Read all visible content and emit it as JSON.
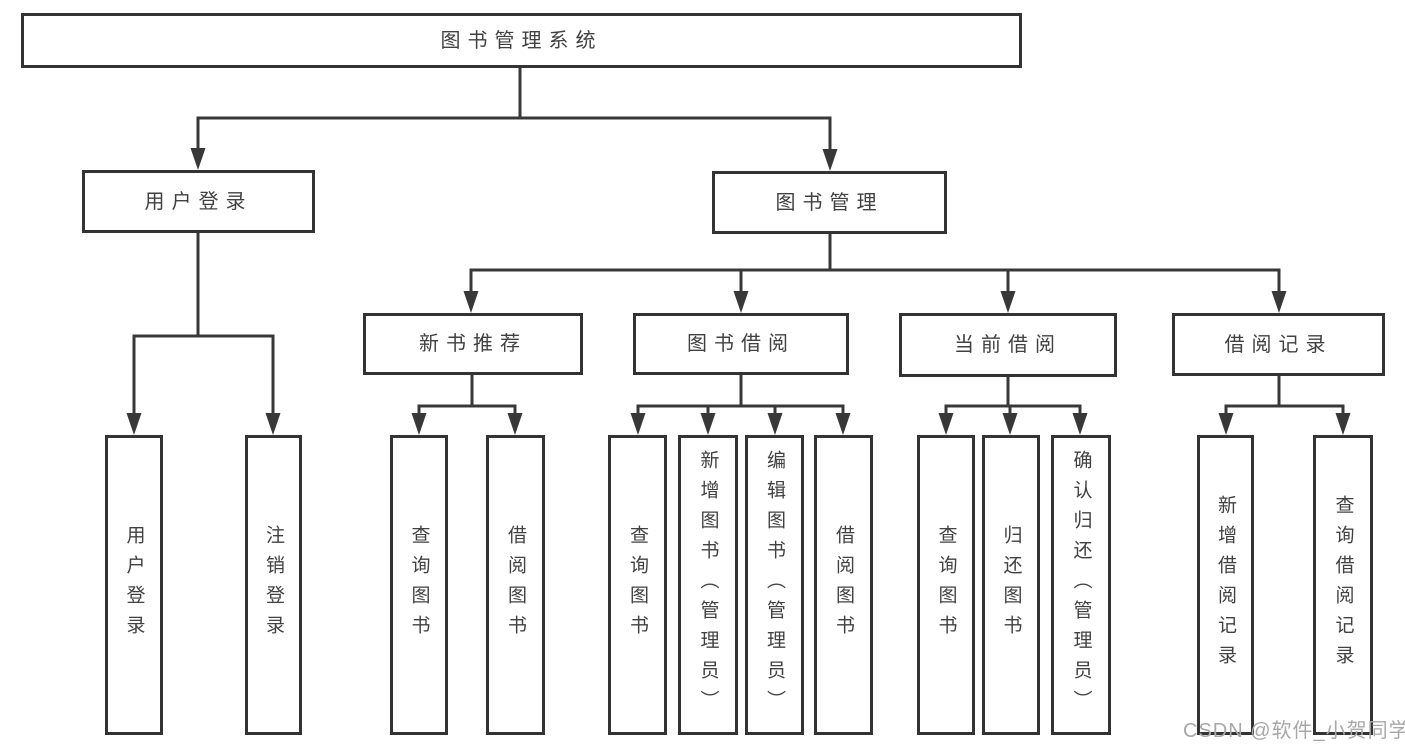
{
  "diagram": {
    "type": "hierarchy",
    "title": "图书管理系统",
    "nodes": [
      {
        "id": "root",
        "label": "图书管理系统",
        "level": 0,
        "parent": null
      },
      {
        "id": "user-login",
        "label": "用户登录",
        "level": 1,
        "parent": "root"
      },
      {
        "id": "book-management",
        "label": "图书管理",
        "level": 1,
        "parent": "root"
      },
      {
        "id": "new-book-recommend",
        "label": "新书推荐",
        "level": 2,
        "parent": "book-management"
      },
      {
        "id": "book-borrowing",
        "label": "图书借阅",
        "level": 2,
        "parent": "book-management"
      },
      {
        "id": "current-borrowing",
        "label": "当前借阅",
        "level": 2,
        "parent": "book-management"
      },
      {
        "id": "borrowing-records",
        "label": "借阅记录",
        "level": 2,
        "parent": "book-management"
      },
      {
        "id": "leaf-user-login",
        "label": "用户登录",
        "level": 3,
        "parent": "user-login"
      },
      {
        "id": "leaf-logout",
        "label": "注销登录",
        "level": 3,
        "parent": "user-login"
      },
      {
        "id": "leaf-query-books-rec",
        "label": "查询图书",
        "level": 3,
        "parent": "new-book-recommend"
      },
      {
        "id": "leaf-borrow-books-rec",
        "label": "借阅图书",
        "level": 3,
        "parent": "new-book-recommend"
      },
      {
        "id": "leaf-query-books-bor",
        "label": "查询图书",
        "level": 3,
        "parent": "book-borrowing"
      },
      {
        "id": "leaf-add-books-admin",
        "label": "新增图书（管理员）",
        "level": 3,
        "parent": "book-borrowing"
      },
      {
        "id": "leaf-edit-books-admin",
        "label": "编辑图书（管理员）",
        "level": 3,
        "parent": "book-borrowing"
      },
      {
        "id": "leaf-borrow-books",
        "label": "借阅图书",
        "level": 3,
        "parent": "book-borrowing"
      },
      {
        "id": "leaf-query-books-cur",
        "label": "查询图书",
        "level": 3,
        "parent": "current-borrowing"
      },
      {
        "id": "leaf-return-books",
        "label": "归还图书",
        "level": 3,
        "parent": "current-borrowing"
      },
      {
        "id": "leaf-confirm-return-admin",
        "label": "确认归还（管理员）",
        "level": 3,
        "parent": "current-borrowing"
      },
      {
        "id": "leaf-add-borrow-record",
        "label": "新增借阅记录",
        "level": 3,
        "parent": "borrowing-records"
      },
      {
        "id": "leaf-query-borrow-record",
        "label": "查询借阅记录",
        "level": 3,
        "parent": "borrowing-records"
      }
    ],
    "watermark": "CSDN @软件_小贺同学",
    "colors": {
      "line": "#383838",
      "box_border": "#333333",
      "box_fill": "#ffffff",
      "text": "#414141",
      "watermark": "#a8a8a8"
    }
  }
}
